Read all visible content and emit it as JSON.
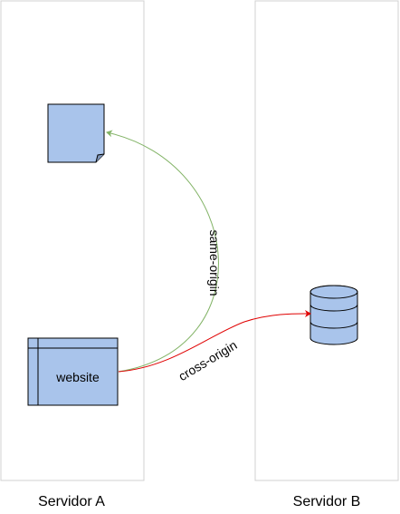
{
  "servers": [
    {
      "label": "Servidor A"
    },
    {
      "label": "Servidor B"
    }
  ],
  "nodes": {
    "document": {
      "icon": "document-icon"
    },
    "website": {
      "label": "website",
      "icon": "window-icon"
    },
    "database": {
      "icon": "database-icon"
    }
  },
  "edges": {
    "same_origin": {
      "label": "same-origin",
      "color": "#82b366"
    },
    "cross_origin": {
      "label": "cross-origin",
      "color": "#e00000"
    }
  },
  "colors": {
    "node_fill": "#a9c4eb",
    "node_stroke": "#000000",
    "panel_stroke": "#d0d0d0"
  }
}
